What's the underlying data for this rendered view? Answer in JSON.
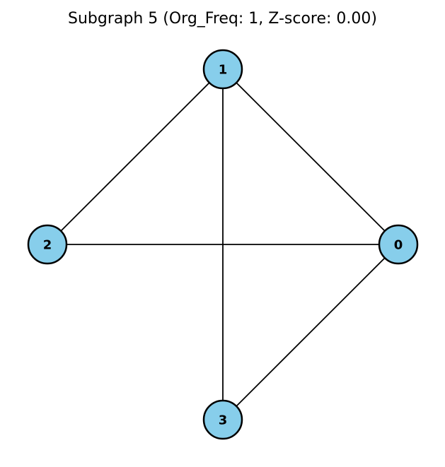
{
  "title": "Subgraph 5 (Org_Freq: 1, Z-score: 0.00)",
  "graph": {
    "nodes": [
      {
        "id": "0",
        "label": "0"
      },
      {
        "id": "1",
        "label": "1"
      },
      {
        "id": "2",
        "label": "2"
      },
      {
        "id": "3",
        "label": "3"
      }
    ],
    "edges": [
      {
        "source": "1",
        "target": "2"
      },
      {
        "source": "1",
        "target": "0"
      },
      {
        "source": "1",
        "target": "3"
      },
      {
        "source": "2",
        "target": "0"
      },
      {
        "source": "0",
        "target": "3"
      }
    ]
  },
  "colors": {
    "node_fill": "#87ceeb",
    "node_stroke": "#000000",
    "edge": "#000000",
    "background": "#ffffff"
  }
}
